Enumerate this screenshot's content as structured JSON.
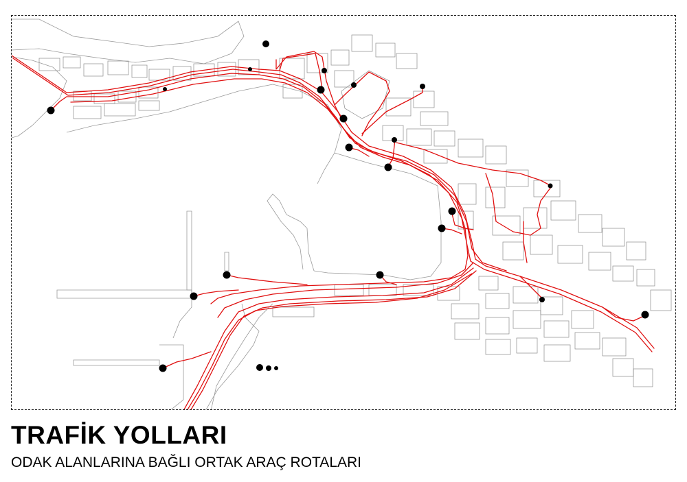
{
  "title": "TRAFİK YOLLARI",
  "subtitle": "ODAK ALANLARINA BAĞLI ORTAK ARAÇ ROTALARI",
  "colors": {
    "route": "#e01010",
    "basemap_lines": "#8a8a8a",
    "focus_point": "#000000",
    "background": "#ffffff"
  },
  "legend_meaning": {
    "red_lines": "shared vehicle routes",
    "black_dots": "focus areas"
  }
}
